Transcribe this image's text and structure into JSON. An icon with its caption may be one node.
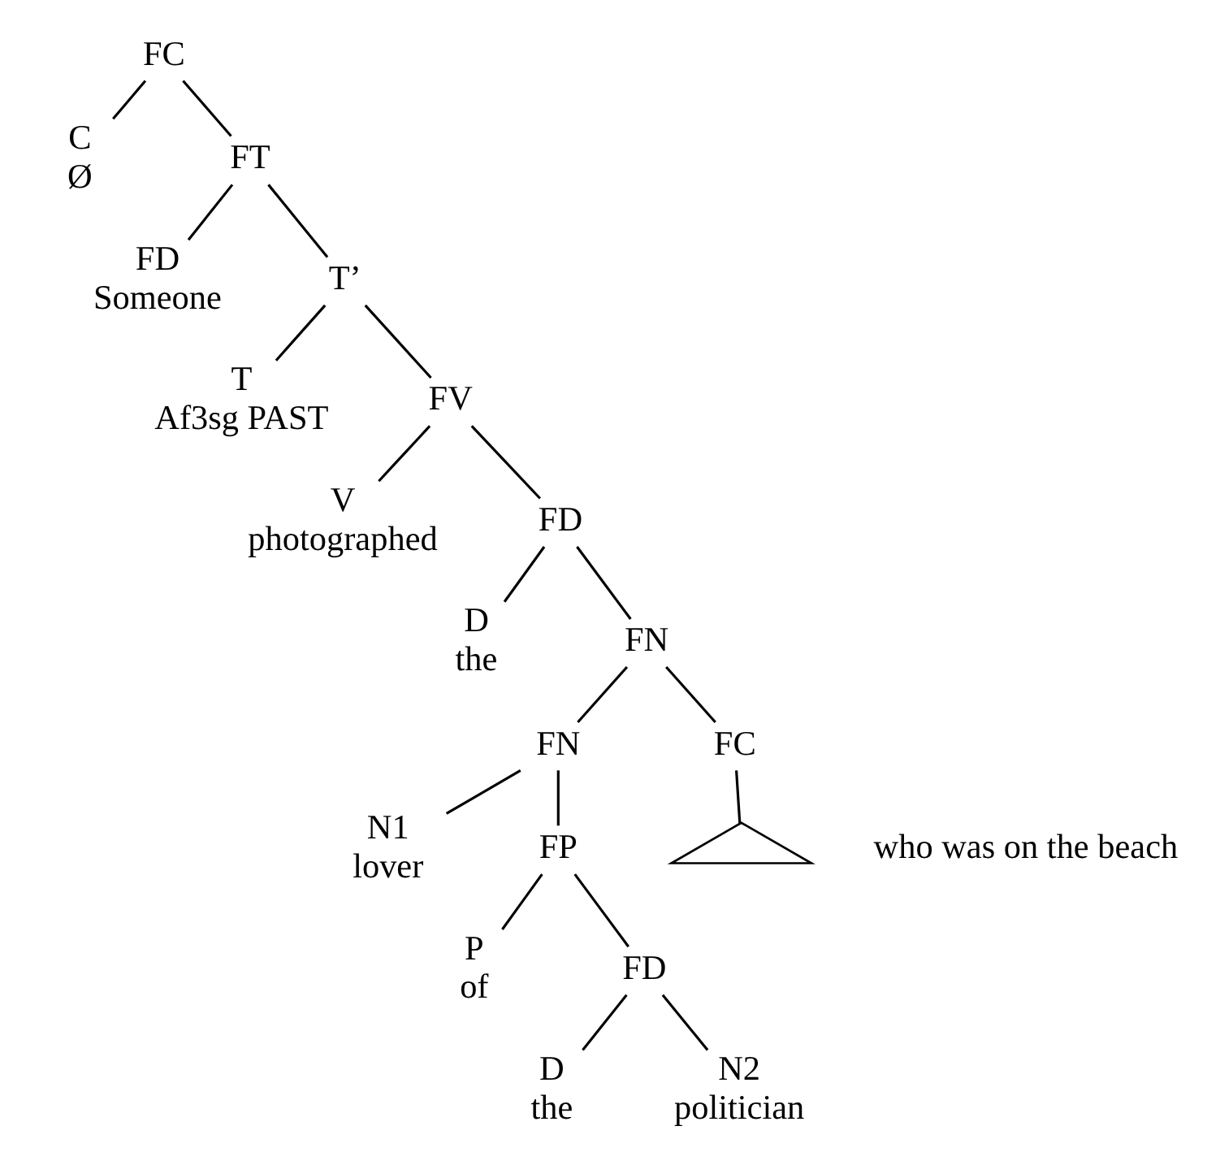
{
  "diagram": {
    "nodes": [
      {
        "text": [
          "FC"
        ]
      },
      {
        "text": [
          "C",
          "Ø"
        ]
      },
      {
        "text": [
          "FT"
        ]
      },
      {
        "text": [
          "FD",
          "Someone"
        ]
      },
      {
        "text": [
          "T’"
        ]
      },
      {
        "text": [
          "T",
          "Af3sg PAST"
        ]
      },
      {
        "text": [
          "FV"
        ]
      },
      {
        "text": [
          "V",
          "photographed"
        ]
      },
      {
        "text": [
          "FD"
        ]
      },
      {
        "text": [
          "D",
          "the"
        ]
      },
      {
        "text": [
          "FN"
        ]
      },
      {
        "text": [
          "FN"
        ]
      },
      {
        "text": [
          "FC"
        ]
      },
      {
        "text": [],
        "shape": "triangle",
        "beside": [
          "who was on the beach"
        ]
      },
      {
        "text": [
          "N1",
          "lover"
        ]
      },
      {
        "text": [
          "FP"
        ]
      },
      {
        "text": [
          "P",
          "of"
        ]
      },
      {
        "text": [
          "FD"
        ]
      },
      {
        "text": [
          "D",
          "the"
        ]
      },
      {
        "text": [
          "N2",
          "politician"
        ]
      }
    ],
    "edges": [
      {
        "from": 0,
        "to": 1,
        "arrow": "none"
      },
      {
        "from": 0,
        "to": 2,
        "arrow": "none"
      },
      {
        "from": 2,
        "to": 3,
        "arrow": "none"
      },
      {
        "from": 2,
        "to": 4,
        "arrow": "none"
      },
      {
        "from": 4,
        "to": 5,
        "arrow": "none"
      },
      {
        "from": 4,
        "to": 6,
        "arrow": "none"
      },
      {
        "from": 6,
        "to": 7,
        "arrow": "none"
      },
      {
        "from": 6,
        "to": 8,
        "arrow": "none"
      },
      {
        "from": 8,
        "to": 9,
        "arrow": "none"
      },
      {
        "from": 8,
        "to": 10,
        "arrow": "none"
      },
      {
        "from": 10,
        "to": 11,
        "arrow": "none"
      },
      {
        "from": 10,
        "to": 12,
        "arrow": "none"
      },
      {
        "from": 12,
        "to": 13,
        "arrow": "none"
      },
      {
        "from": 11,
        "to": 14,
        "arrow": "none"
      },
      {
        "from": 11,
        "to": 15,
        "arrow": "none"
      },
      {
        "from": 15,
        "to": 16,
        "arrow": "none"
      },
      {
        "from": 15,
        "to": 17,
        "arrow": "none"
      },
      {
        "from": 17,
        "to": 18,
        "arrow": "none"
      },
      {
        "from": 17,
        "to": 19,
        "arrow": "none"
      }
    ]
  }
}
